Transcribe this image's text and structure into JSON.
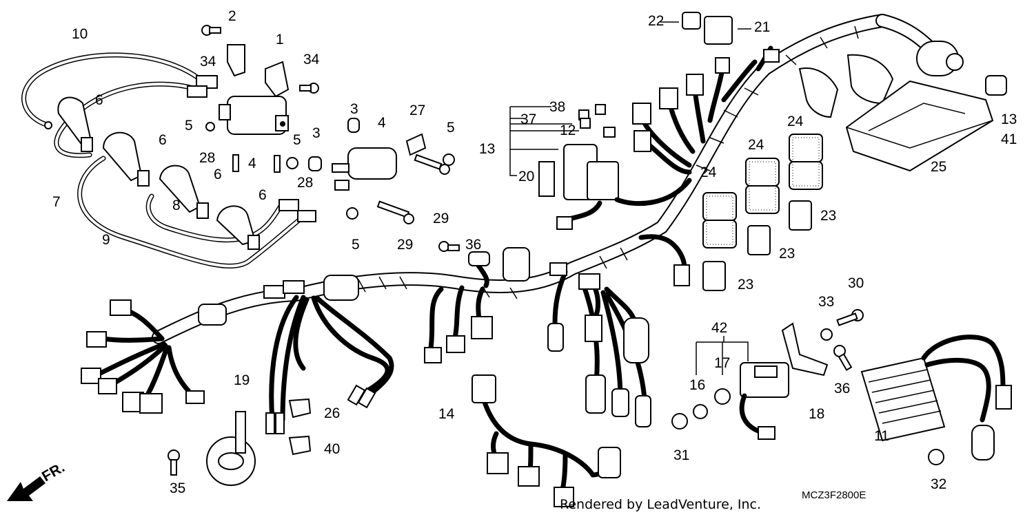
{
  "diagram": {
    "code": "MCZ3F2800E",
    "credit": "Rendered by LeadVenture, Inc.",
    "direction_label": "FR.",
    "callouts": [
      "1",
      "2",
      "3",
      "4",
      "5",
      "6",
      "7",
      "8",
      "9",
      "10",
      "11",
      "12",
      "13",
      "14",
      "16",
      "17",
      "18",
      "19",
      "20",
      "21",
      "22",
      "23",
      "24",
      "25",
      "26",
      "27",
      "28",
      "29",
      "30",
      "31",
      "32",
      "33",
      "34",
      "35",
      "36",
      "37",
      "38",
      "40",
      "41",
      "42"
    ]
  },
  "colors": {
    "ink": "#000000",
    "paper": "#ffffff"
  }
}
